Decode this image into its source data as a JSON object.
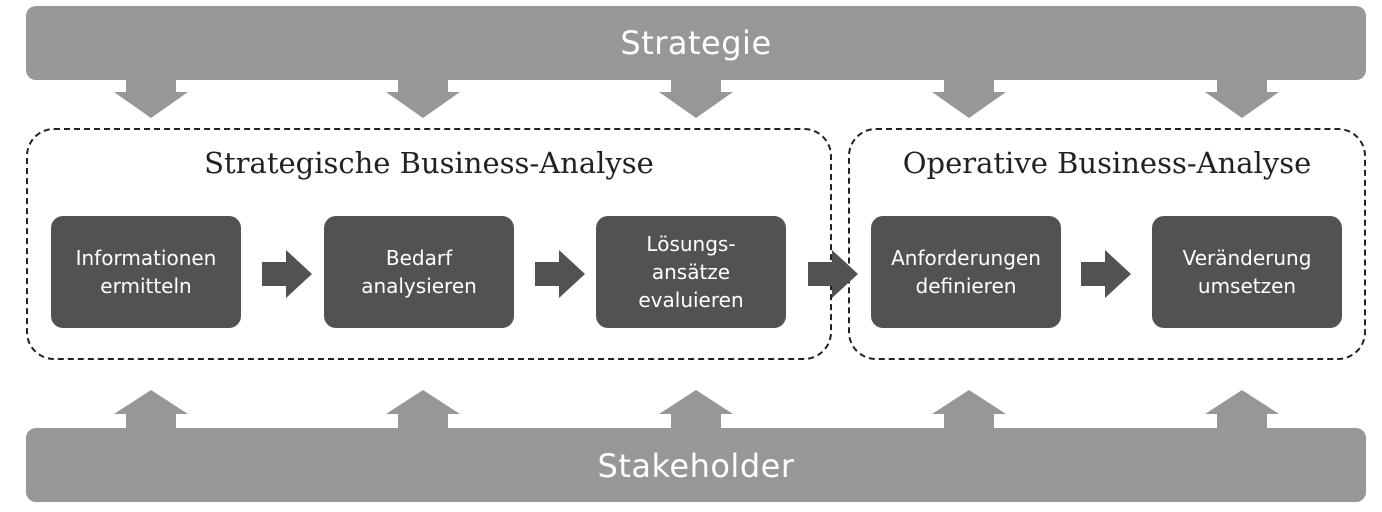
{
  "strategy_label": "Strategie",
  "stakeholder_label": "Stakeholder",
  "groups": {
    "strategic": {
      "title": "Strategische Business-Analyse"
    },
    "operative": {
      "title": "Operative Business-Analyse"
    }
  },
  "steps": [
    {
      "lines": [
        "Informationen",
        "ermitteln"
      ]
    },
    {
      "lines": [
        "Bedarf",
        "analysieren"
      ]
    },
    {
      "lines": [
        "Lösungs-",
        "ansätze",
        "evaluieren"
      ]
    },
    {
      "lines": [
        "Anforderungen",
        "definieren"
      ]
    },
    {
      "lines": [
        "Veränderung",
        "umsetzen"
      ]
    }
  ],
  "colors": {
    "bar": "#979797",
    "step": "#525252",
    "arrow": "#525252",
    "border": "#222222"
  }
}
